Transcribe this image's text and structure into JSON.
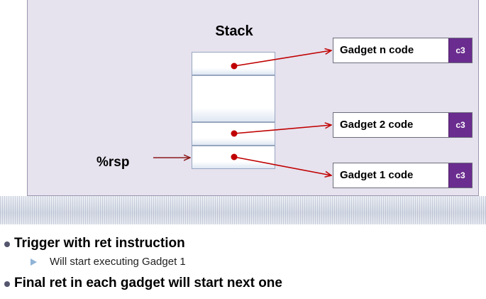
{
  "diagram": {
    "stack_title": "Stack",
    "register_label": "%rsp",
    "gadgets": [
      {
        "label": "Gadget n code",
        "code": "c3"
      },
      {
        "label": "Gadget 2 code",
        "code": "c3"
      },
      {
        "label": "Gadget 1 code",
        "code": "c3"
      }
    ]
  },
  "bullets": [
    {
      "text": "Trigger with ret instruction",
      "sub": [
        "Will start executing Gadget 1"
      ]
    },
    {
      "text": "Final ret in each gadget will start next one",
      "sub": []
    }
  ],
  "colors": {
    "panel": "#e6e2ee",
    "pointer": "#c00000",
    "code_box": "#6a2c8e"
  }
}
